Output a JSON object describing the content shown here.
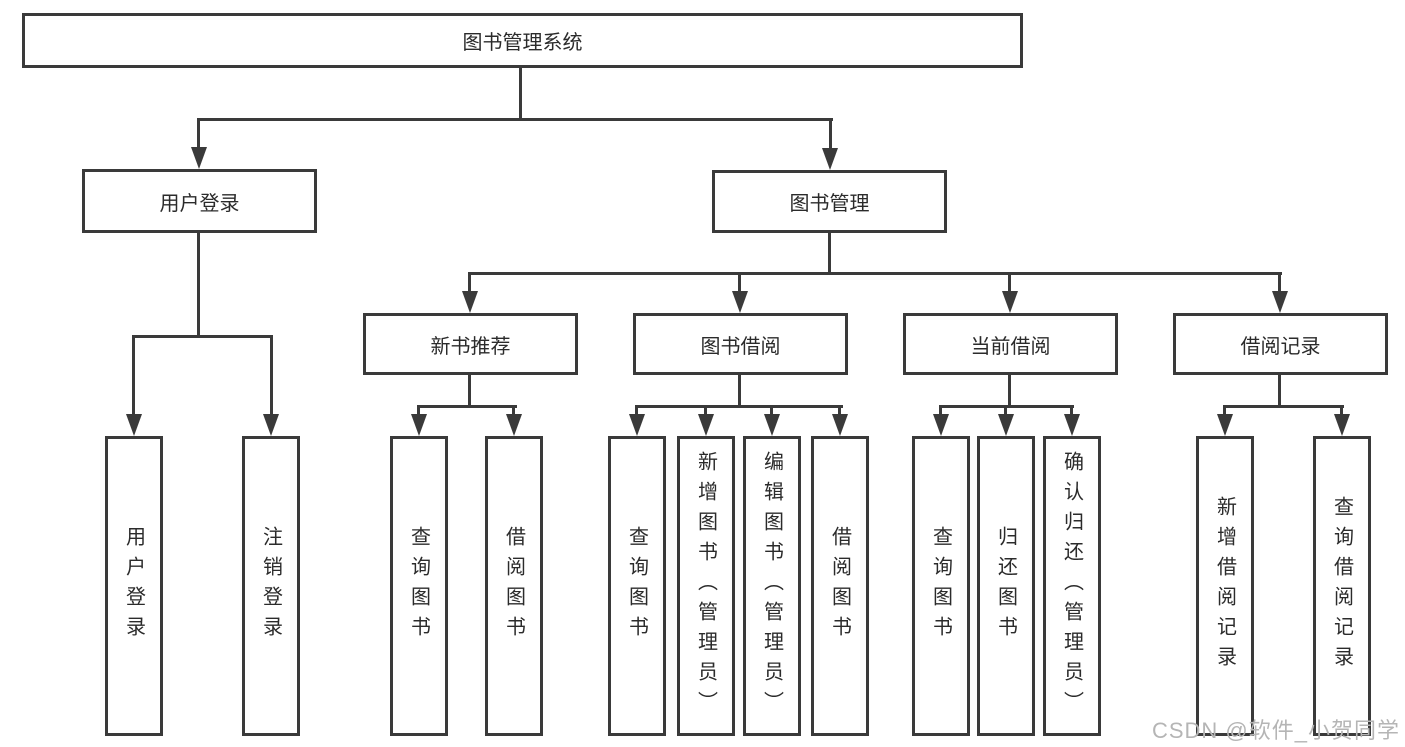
{
  "tree": {
    "label": "图书管理系统",
    "children": [
      {
        "label": "用户登录",
        "children": [
          {
            "label": "用户登录"
          },
          {
            "label": "注销登录"
          }
        ]
      },
      {
        "label": "图书管理",
        "children": [
          {
            "label": "新书推荐",
            "children": [
              {
                "label": "查询图书"
              },
              {
                "label": "借阅图书"
              }
            ]
          },
          {
            "label": "图书借阅",
            "children": [
              {
                "label": "查询图书"
              },
              {
                "label": "新增图书（管理员）"
              },
              {
                "label": "编辑图书（管理员）"
              },
              {
                "label": "借阅图书"
              }
            ]
          },
          {
            "label": "当前借阅",
            "children": [
              {
                "label": "查询图书"
              },
              {
                "label": "归还图书"
              },
              {
                "label": "确认归还（管理员）"
              }
            ]
          },
          {
            "label": "借阅记录",
            "children": [
              {
                "label": "新增借阅记录"
              },
              {
                "label": "查询借阅记录"
              }
            ]
          }
        ]
      }
    ]
  },
  "watermark": {
    "text": "CSDN @软件_小贺同学"
  },
  "colors": {
    "line": "#3a3a3a",
    "text": "#2b2b2b",
    "watermark": "#b5b5b5",
    "background": "#ffffff"
  }
}
